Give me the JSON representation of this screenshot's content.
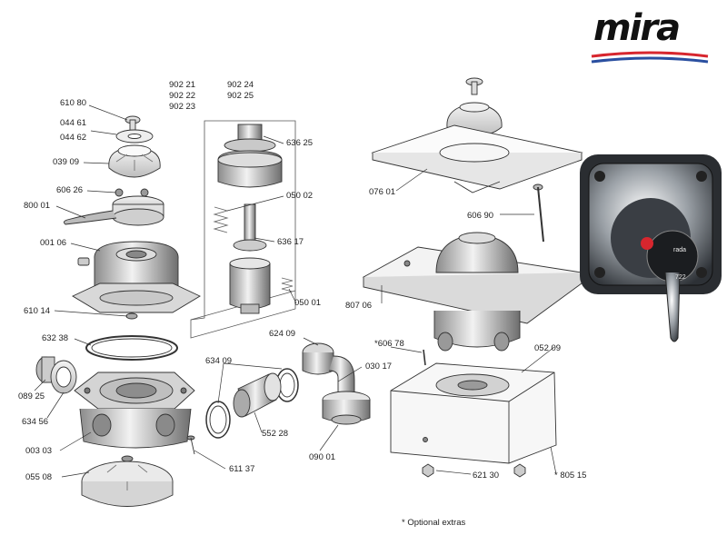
{
  "brand": {
    "logo_text": "mira",
    "colors": {
      "ink": "#111111",
      "red": "#d7262e",
      "blue": "#2a4fa0"
    }
  },
  "footnote": "* Optional extras",
  "header_codes": {
    "col1": [
      "902 21",
      "902 22",
      "902 23"
    ],
    "col2": [
      "902 24",
      "902 25"
    ]
  },
  "parts": {
    "p61080": "610 80",
    "p04461": "044 61",
    "p04462": "044 62",
    "p03909": "039 09",
    "p60626": "606 26",
    "p80001": "800 01",
    "p00106": "001 06",
    "p61014": "610 14",
    "p63238": "632 38",
    "p08925": "089 25",
    "p63456": "634 56",
    "p00303": "003 03",
    "p05508": "055 08",
    "p63625": "636 25",
    "p05002": "050 02",
    "p63617": "636 17",
    "p05001": "050 01",
    "p62409": "624 09",
    "p63409": "634 09",
    "p03017": "030 17",
    "p55228": "552 28",
    "p09001": "090 01",
    "p61137": "611 37",
    "p07601": "076 01",
    "p60690": "606 90",
    "p80706": "807 06",
    "p60678": "*606 78",
    "p05209": "052 09",
    "p62130": "621 30",
    "p80515": "* 805 15"
  },
  "valve_dial_text": {
    "brand": "rada",
    "model": "722"
  }
}
